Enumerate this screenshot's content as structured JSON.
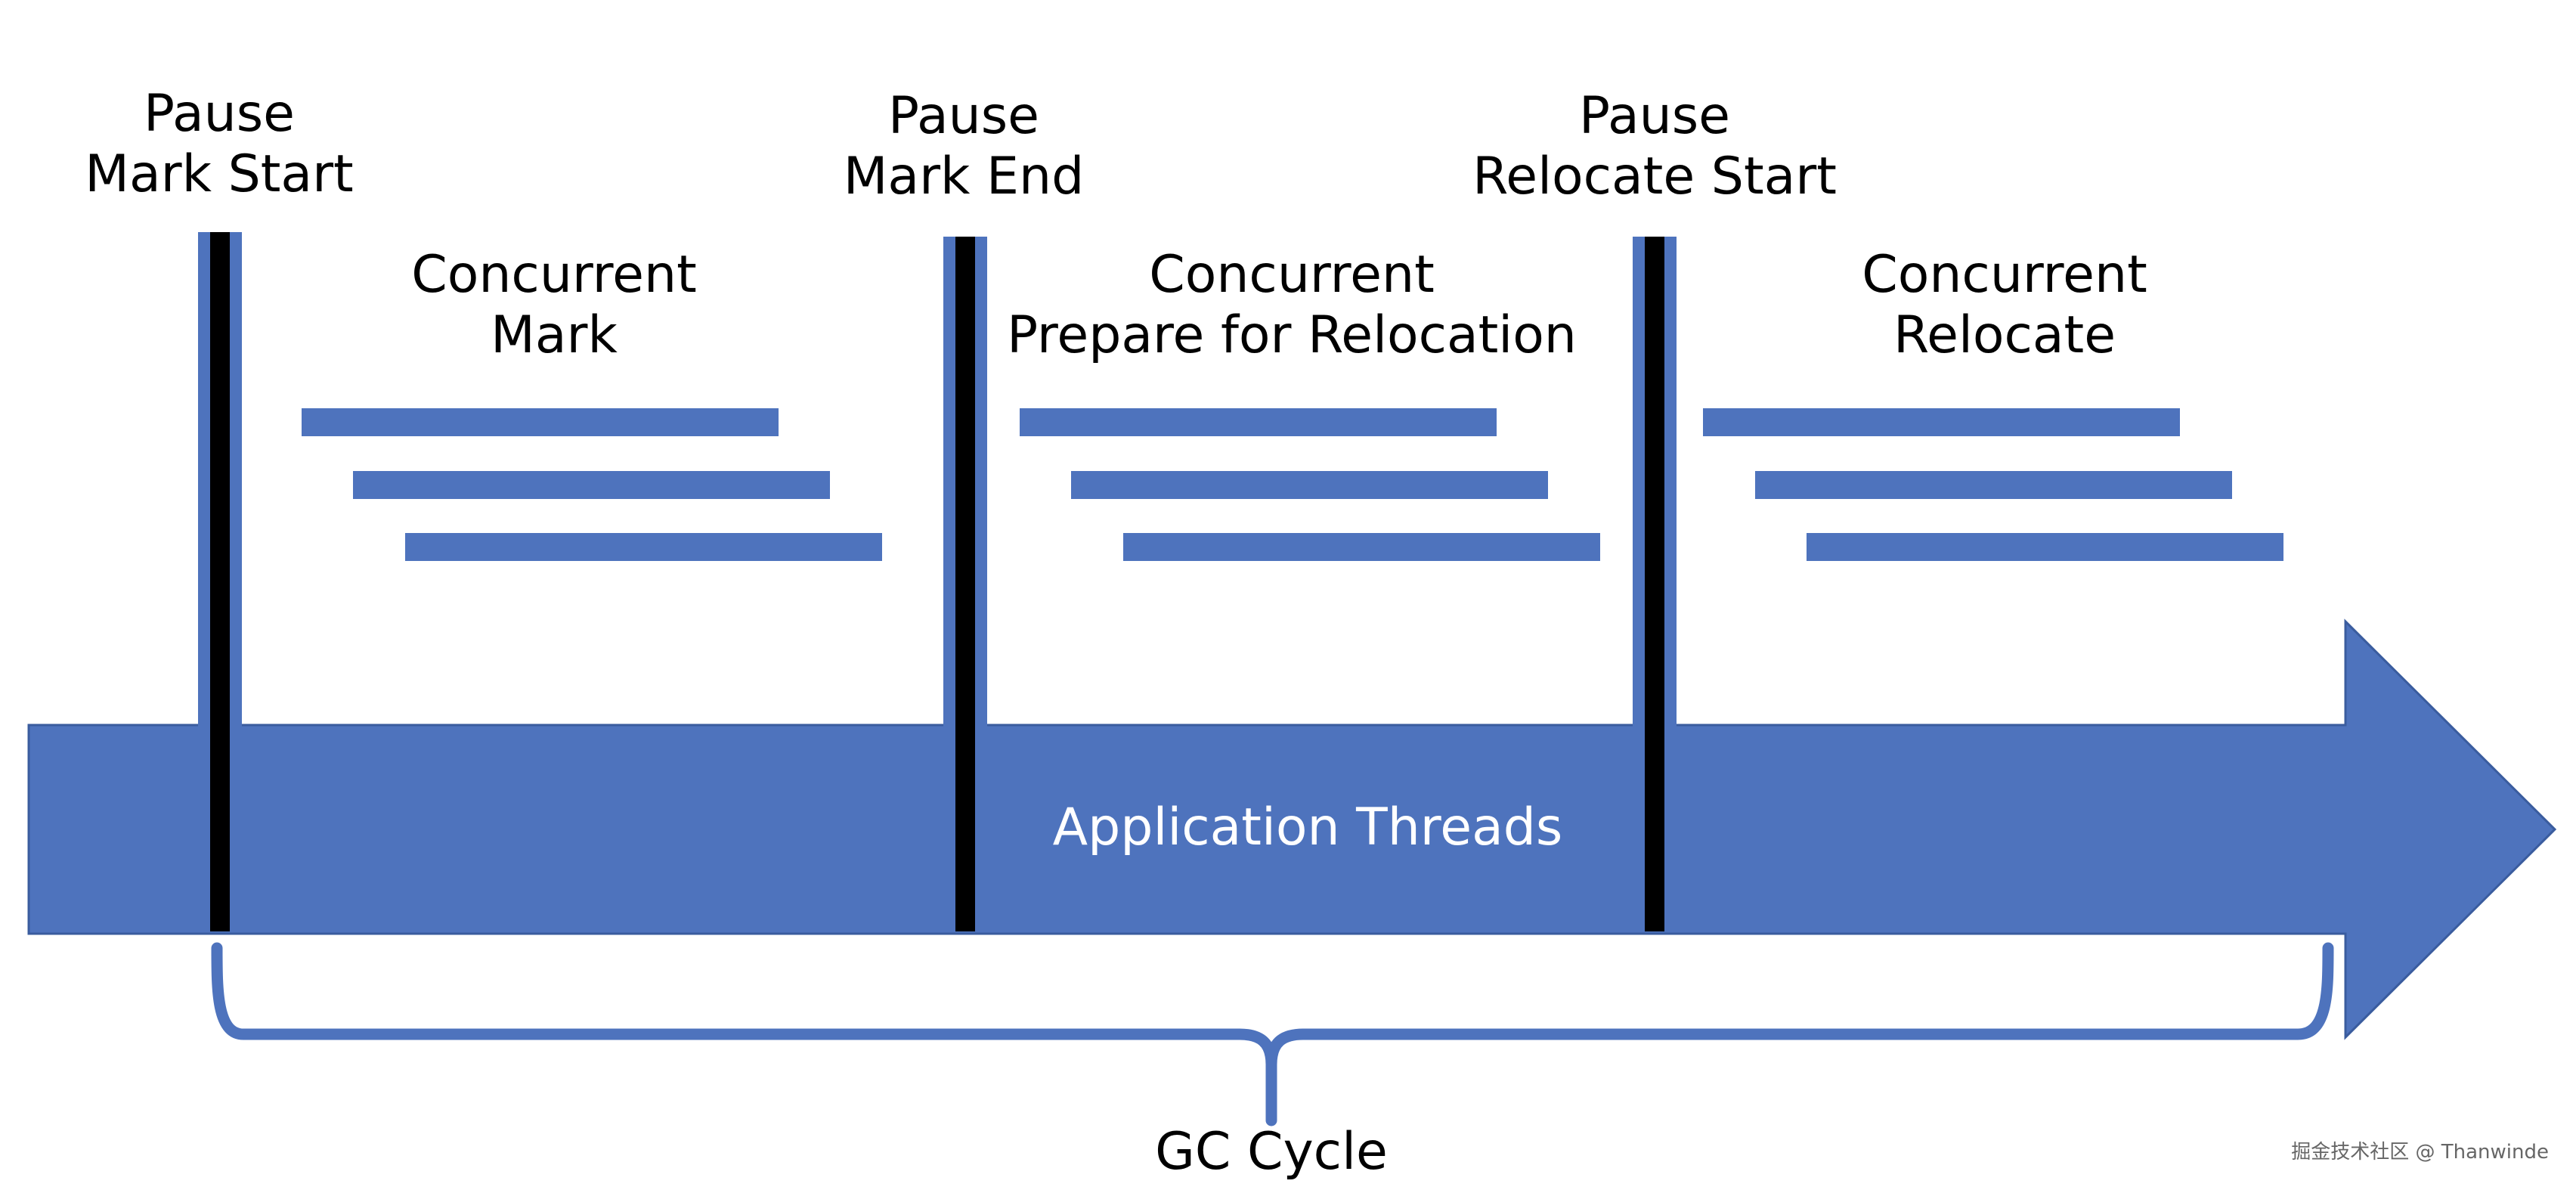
{
  "diagram": {
    "pauses": [
      {
        "line1": "Pause",
        "line2": "Mark Start"
      },
      {
        "line1": "Pause",
        "line2": "Mark End"
      },
      {
        "line1": "Pause",
        "line2": "Relocate Start"
      }
    ],
    "phases": [
      {
        "line1": "Concurrent",
        "line2": "Mark"
      },
      {
        "line1": "Concurrent",
        "line2": "Prepare for Relocation"
      },
      {
        "line1": "Concurrent",
        "line2": "Relocate"
      }
    ],
    "arrow_label": "Application Threads",
    "bracket_label": "GC Cycle",
    "watermark": "掘金技术社区 @ Thanwinde",
    "colors": {
      "accent": "#4E73BD",
      "pause_line": "#000000",
      "text": "#000000",
      "arrow_text": "#FFFFFF"
    }
  }
}
